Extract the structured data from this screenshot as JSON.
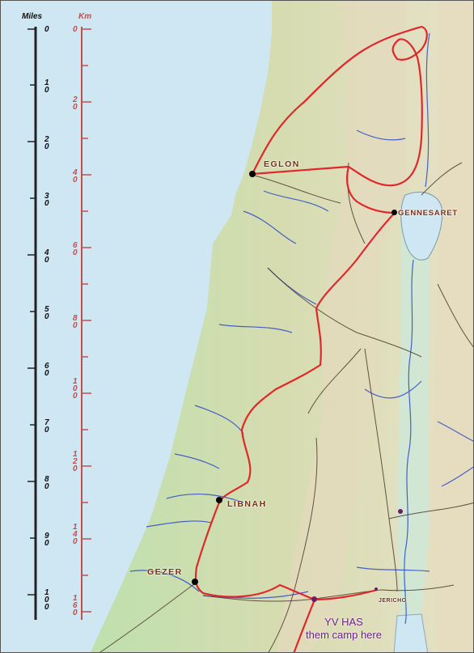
{
  "scale": {
    "miles_label": "Miles",
    "km_label": "Km",
    "miles_ticks": [
      "0",
      "1\n0",
      "2\n0",
      "3\n0",
      "4\n0",
      "5\n0",
      "6\n0",
      "7\n0",
      "8\n0",
      "9\n0",
      "1\n0\n0"
    ],
    "km_ticks": [
      "0",
      "2\n0",
      "4\n0",
      "6\n0",
      "8\n0",
      "1\n0\n0",
      "1\n2\n0",
      "1\n4\n0",
      "1\n6\n0"
    ]
  },
  "places": {
    "eglon": "EGLON",
    "gennesaret": "GENNESARET",
    "libnah": "LIBNAH",
    "gezer": "GEZER",
    "jericho": "JERICHO"
  },
  "note": {
    "line1": "YV HAS",
    "line2": "them camp here"
  },
  "colors": {
    "sea": "#cfe6f3",
    "route": "#e0272b",
    "rivers": "#2d49c9",
    "roads": "#4a3a2c",
    "label": "#7a2f12",
    "note": "#6d1f8a",
    "km_scale": "#c0504d"
  }
}
